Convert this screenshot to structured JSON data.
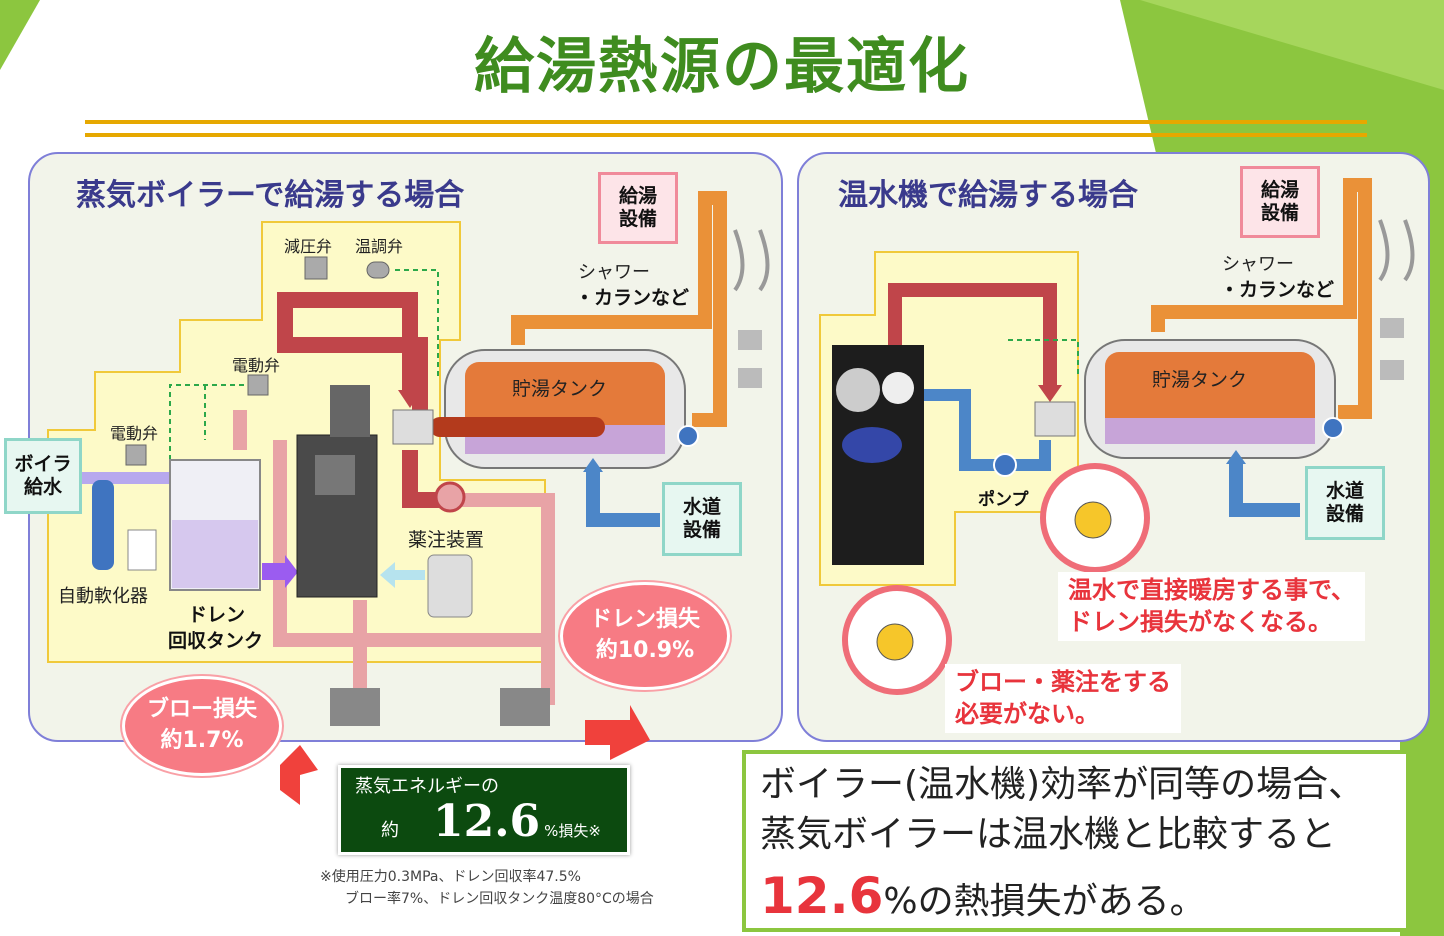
{
  "title": "給湯熱源の最適化",
  "colors": {
    "title_green": "#3f8c1f",
    "gold_line": "#e6a800",
    "panel_border": "#7f7fd8",
    "steam_pipe": "#c0454a",
    "drain_pipe": "#e8a3a6",
    "hot_water_pipe": "#ea9138",
    "city_water_pipe": "#4c86c8",
    "loss_red": "#e8343c",
    "summary_border": "#8cc63f"
  },
  "left_panel": {
    "title": "蒸気ボイラーで給湯する場合",
    "labels": {
      "pressure_reducing_valve": "減圧弁",
      "temperature_valve": "温調弁",
      "motor_valve_1": "電動弁",
      "motor_valve_2": "電動弁",
      "boiler_feed_water": "ボイラ 給水",
      "water_softener": "自動軟化器",
      "drain_tank_1": "ドレン",
      "drain_tank_2": "回収タンク",
      "chemical_injector": "薬注装置",
      "storage_tank": "貯湯タンク",
      "hot_water_equipment": "給湯 設備",
      "shower_1": "シャワー",
      "shower_2": "・カランなど",
      "city_water": "水道 設備"
    },
    "drain_loss": {
      "label": "ドレン損失",
      "value": "約10.9%"
    },
    "blow_loss": {
      "label": "ブロー損失",
      "value": "約1.7%"
    },
    "total": {
      "line1": "蒸気エネルギーの",
      "prefix": "約",
      "value": "12.6",
      "suffix": "%損失※"
    },
    "footnote_1": "※使用圧力0.3MPa、ドレン回収率47.5%",
    "footnote_2": "ブロー率7%、ドレン回収タンク温度80°Cの場合"
  },
  "right_panel": {
    "title": "温水機で給湯する場合",
    "labels": {
      "pump": "ポンプ",
      "storage_tank": "貯湯タンク",
      "hot_water_equipment": "給湯 設備",
      "shower_1": "シャワー",
      "shower_2": "・カランなど",
      "city_water": "水道 設備"
    },
    "note_1a": "温水で直接暖房する事で、",
    "note_1b": "ドレン損失がなくなる。",
    "note_2a": "ブロー・薬注をする",
    "note_2b": "必要がない。"
  },
  "summary": {
    "line1": "ボイラー(温水機)効率が同等の場合、",
    "line2": "蒸気ボイラーは温水機と比較すると",
    "value": "12.6",
    "line3": "%の熱損失がある。"
  }
}
